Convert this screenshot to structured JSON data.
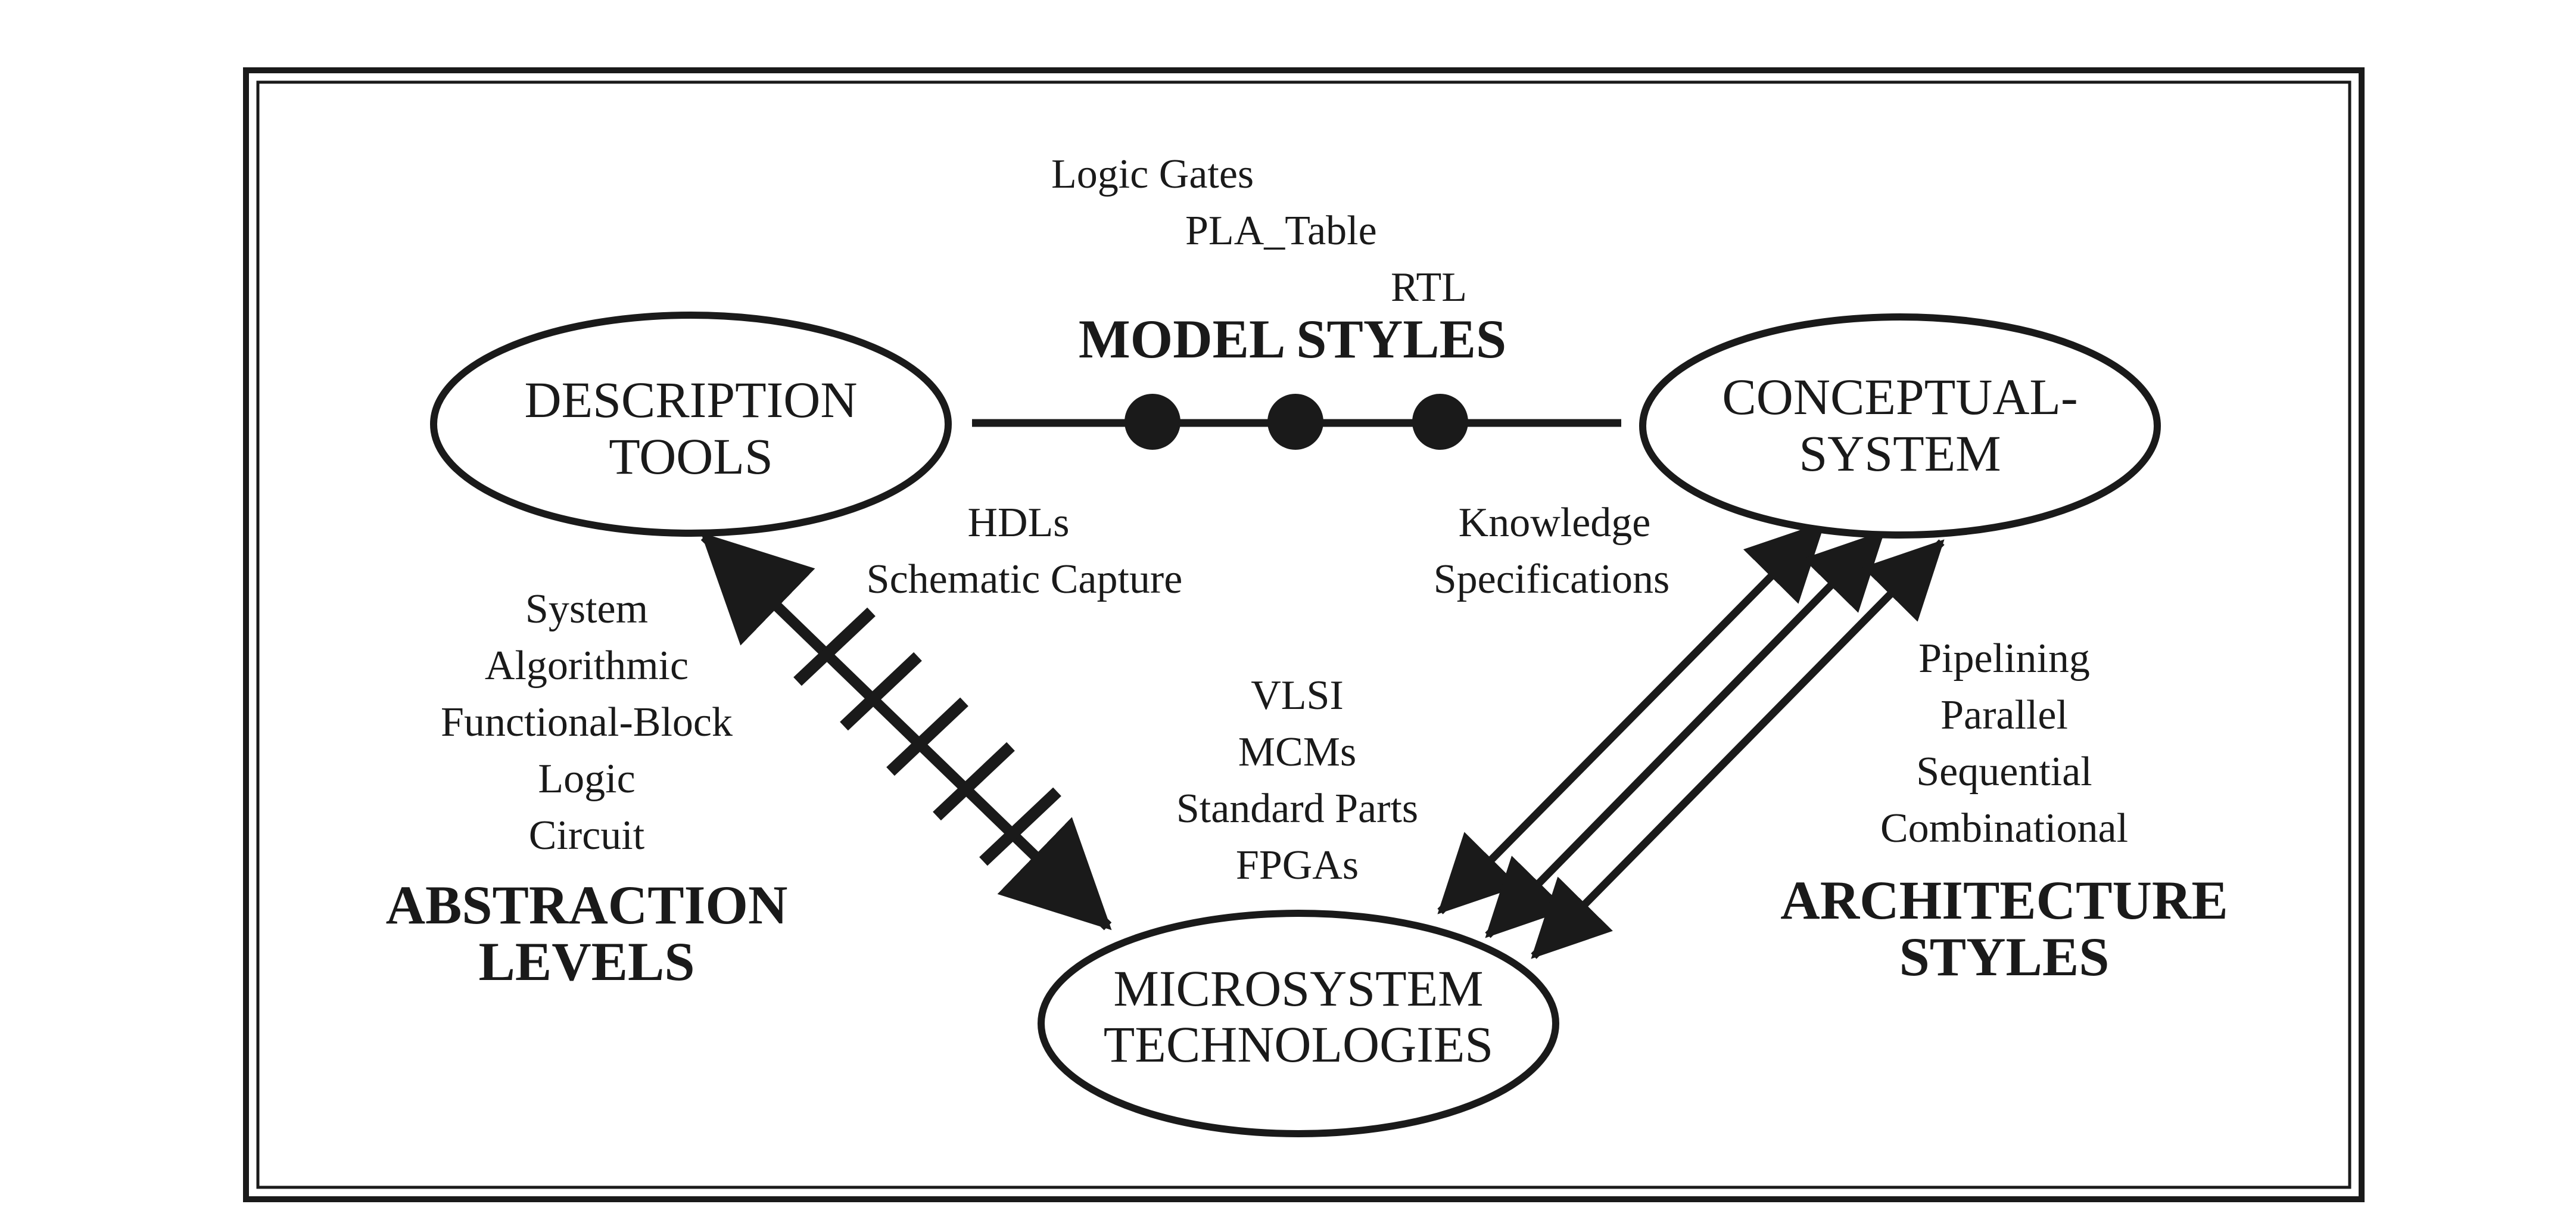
{
  "nodes": {
    "description_tools": [
      "DESCRIPTION",
      "TOOLS"
    ],
    "conceptual_system": [
      "CONCEPTUAL-",
      "SYSTEM"
    ],
    "microsystem_technologies": [
      "MICROSYSTEM",
      "TECHNOLOGIES"
    ]
  },
  "model_styles": {
    "items": [
      "Logic Gates",
      "PLA_Table",
      "RTL"
    ],
    "heading": "MODEL STYLES"
  },
  "description_links": [
    "HDLs",
    "Schematic Capture"
  ],
  "conceptual_links": [
    "Knowledge",
    "Specifications"
  ],
  "abstraction_levels": {
    "items": [
      "System",
      "Algorithmic",
      "Functional-Block",
      "Logic",
      "Circuit"
    ],
    "heading": [
      "ABSTRACTION",
      "LEVELS"
    ]
  },
  "technologies": [
    "VLSI",
    "MCMs",
    "Standard Parts",
    "FPGAs"
  ],
  "architecture_styles": {
    "items": [
      "Pipelining",
      "Parallel",
      "Sequential",
      "Combinational"
    ],
    "heading": [
      "ARCHITECTURE",
      "STYLES"
    ]
  }
}
